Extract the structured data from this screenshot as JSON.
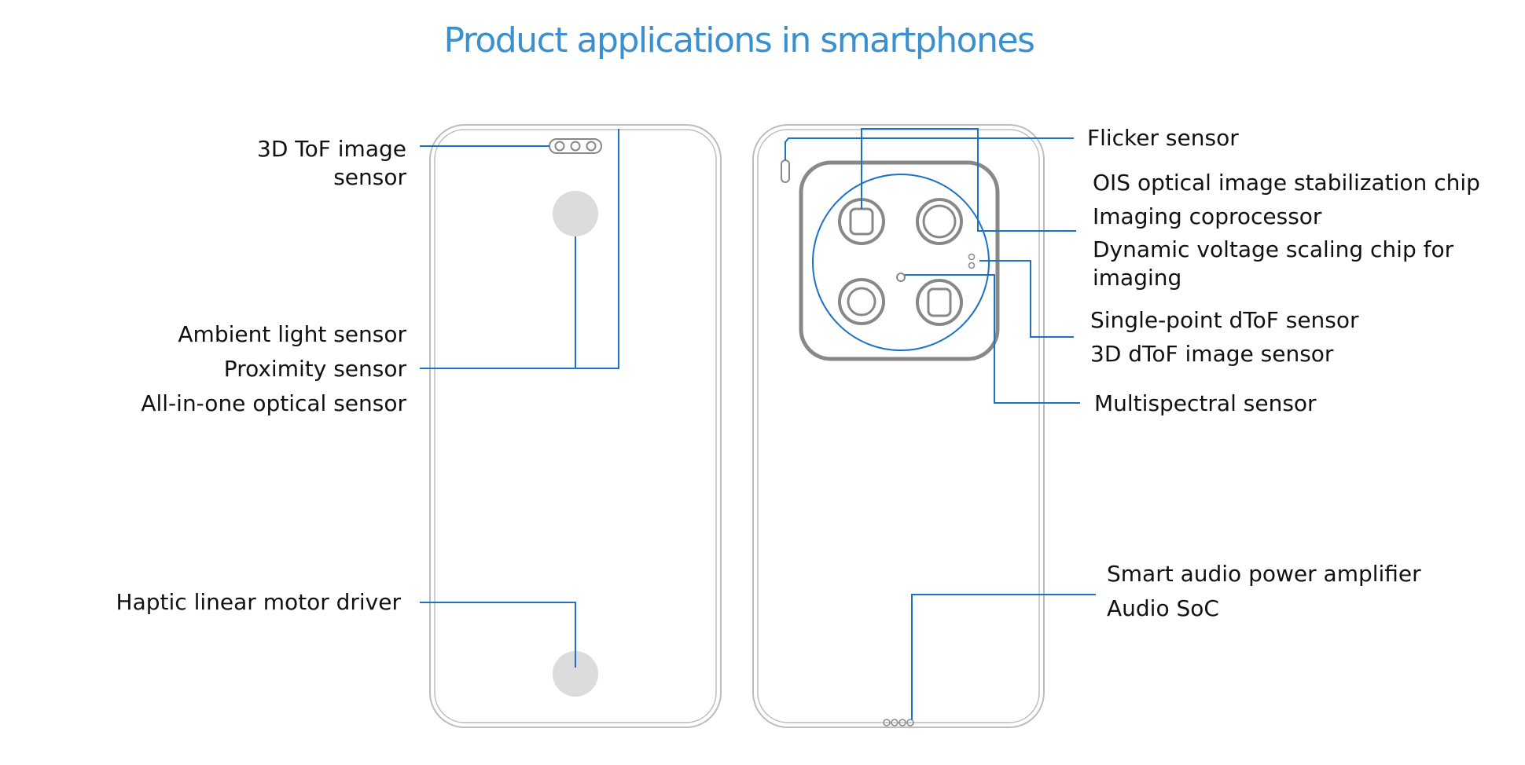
{
  "title": "Product applications in smartphones",
  "colors": {
    "accent": "#1a73c8",
    "title": "#3a8fce",
    "phone_outline": "#bdbdbd",
    "camera_module": "#888888",
    "sensor_dot": "#dcdcdc",
    "text": "#111111"
  },
  "front_labels": {
    "tof_line1": "3D ToF image",
    "tof_line2": "sensor",
    "ambient": "Ambient light sensor",
    "proximity": "Proximity sensor",
    "all_in_one": "All-in-one optical sensor",
    "haptic": "Haptic linear motor driver"
  },
  "back_labels": {
    "flicker": "Flicker sensor",
    "ois": "OIS optical image stabilization chip",
    "coprocessor": "Imaging coprocessor",
    "dvs_line1": "Dynamic voltage scaling chip for",
    "dvs_line2": "imaging",
    "single_point": "Single-point dToF sensor",
    "dtof_3d": "3D dToF image sensor",
    "multispectral": "Multispectral sensor",
    "amplifier": "Smart audio power amplifier",
    "audio_soc": "Audio SoC"
  }
}
